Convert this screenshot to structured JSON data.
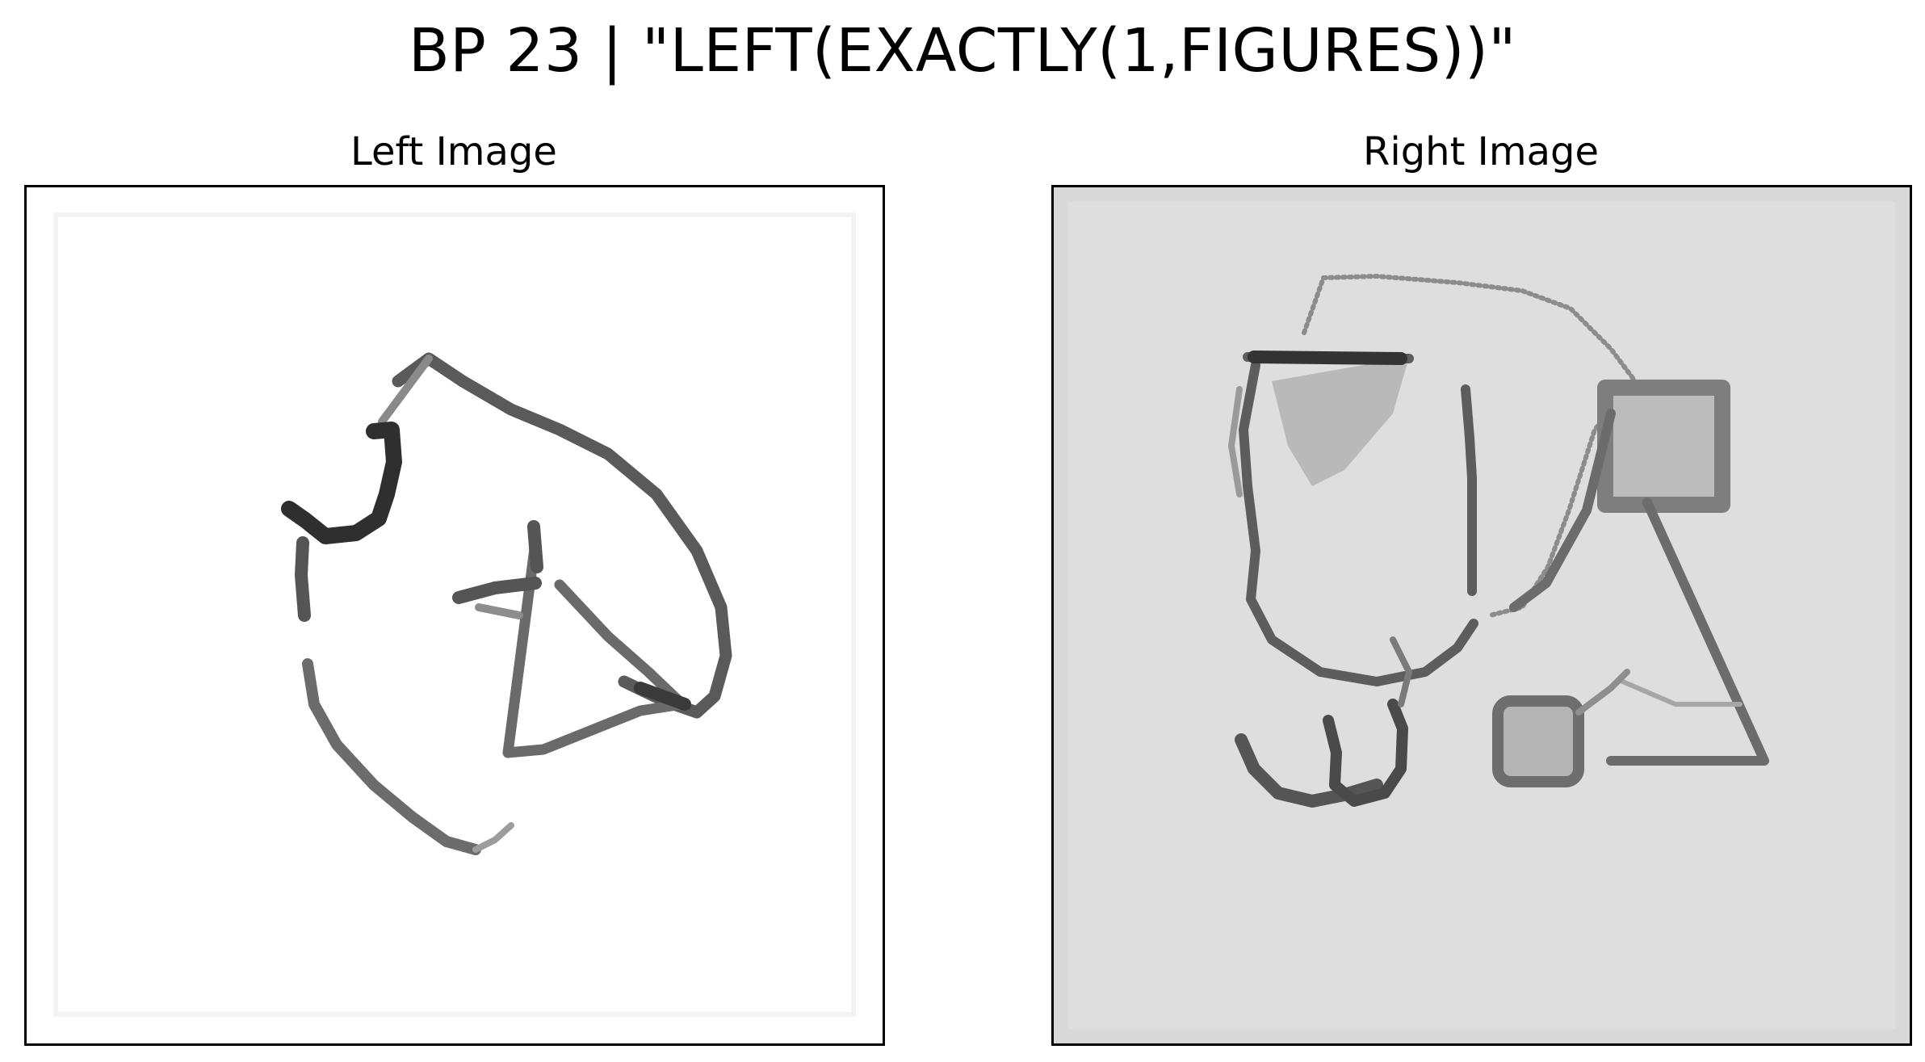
{
  "title": "BP 23 | \"LEFT(EXACTLY(1,FIGURES))\"",
  "panels": {
    "left": {
      "title": "Left Image",
      "background": "#ffffff"
    },
    "right": {
      "title": "Right Image",
      "background": "#dcdcdc"
    }
  },
  "colors": {
    "stroke_dark": "#2a2a2a",
    "stroke_mid": "#6e6e6e",
    "stroke_light": "#9a9a9a",
    "fill_gray": "#b5b5b5"
  }
}
